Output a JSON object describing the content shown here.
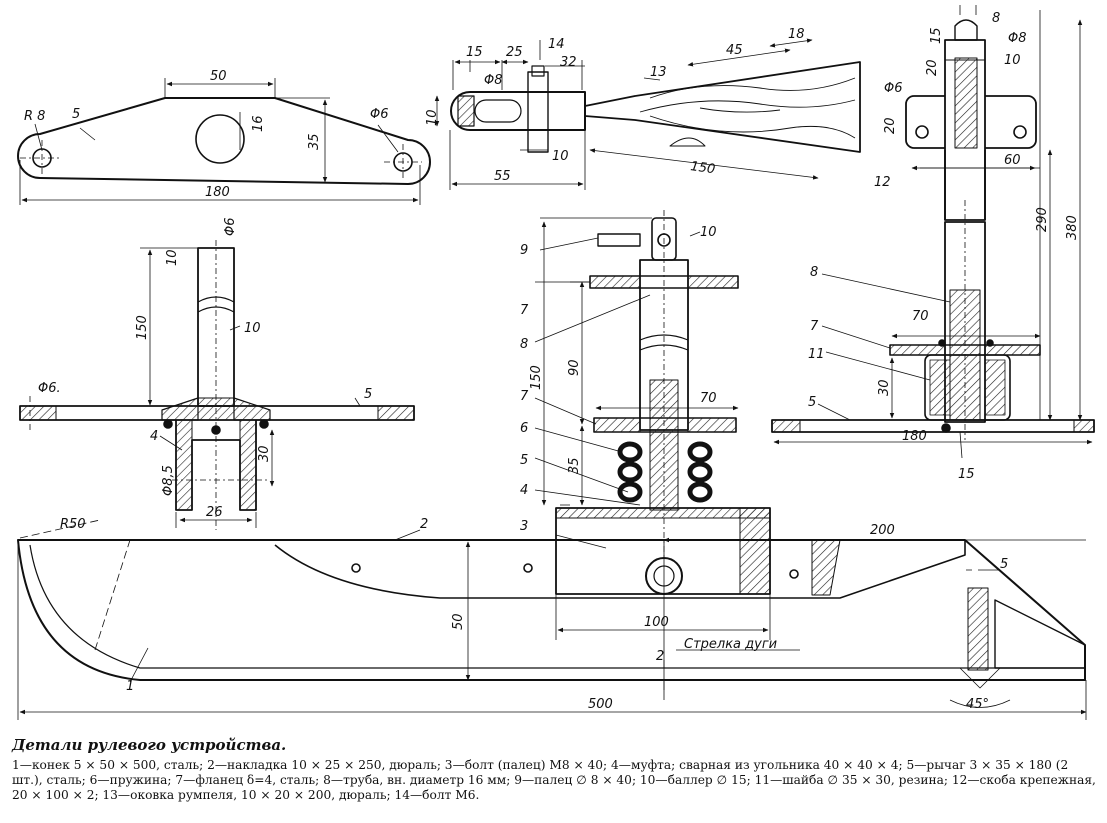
{
  "caption": {
    "title": "Детали рулевого устройства.",
    "body": "1—конек  5 × 50 × 500, сталь; 2—накладка 10 × 25 × 250, дюраль; 3—болт (палец) М8 × 40; 4—муфта; сварная из угольника 40 × 40 × 4; 5—рычаг 3 × 35 × 180 (2 шт.), сталь; 6—пружина; 7—фланец δ=4, сталь; 8—труба, вн. диаметр 16 мм; 9—палец ∅ 8 × 40; 10—баллер ∅ 15; 11—шайба ∅ 35 × 30, резина; 12—скоба крепежная, 20 × 100 × 2; 13—оковка румпеля, 10 × 20 × 200, дюраль; 14—болт М6."
  },
  "labels": {
    "lever": {
      "w50": "50",
      "r8": "R 8",
      "p5": "5",
      "d16": "16",
      "h35": "35",
      "phi6": "Φ6",
      "w180": "180"
    },
    "tiller": {
      "d15": "15",
      "d25": "25",
      "p14": "14",
      "d32": "32",
      "d45": "45",
      "d18": "18",
      "p13": "13",
      "phi8": "Φ8",
      "d10a": "10",
      "d10b": "10",
      "d55": "55",
      "d150": "150"
    },
    "bracket": {
      "d8": "8",
      "d15": "15",
      "phi8": "Φ8",
      "d20": "20",
      "d10": "10",
      "phi6": "Φ6",
      "d20b": "20",
      "p12": "12",
      "d60": "60",
      "d290": "290",
      "d380": "380"
    },
    "stock": {
      "d10": "10",
      "phi6": "Φ6",
      "p10": "10",
      "d150": "150",
      "phi6b": "Φ6.",
      "p5": "5",
      "p4": "4",
      "d30": "30",
      "phi85": "Φ8,5",
      "d26": "26"
    },
    "centre": {
      "p10": "10",
      "p9": "9",
      "p7a": "7",
      "p8": "8",
      "d150": "150",
      "d90": "90",
      "p7b": "7",
      "d70": "70",
      "p6": "6",
      "p5": "5",
      "d35": "35",
      "p4": "4"
    },
    "rightAsm": {
      "p8": "8",
      "p7": "7",
      "d70": "70",
      "p11": "11",
      "d30": "30",
      "p5": "5",
      "d180": "180",
      "p15": "15"
    },
    "skate": {
      "r50": "R50",
      "p2": "2",
      "d200": "200",
      "p3": "3",
      "d5": "5",
      "d50": "50",
      "d100": "100",
      "arc": "Стрелка дуги",
      "d2": "2",
      "p1": "1",
      "a45": "45°",
      "d500": "500"
    }
  }
}
